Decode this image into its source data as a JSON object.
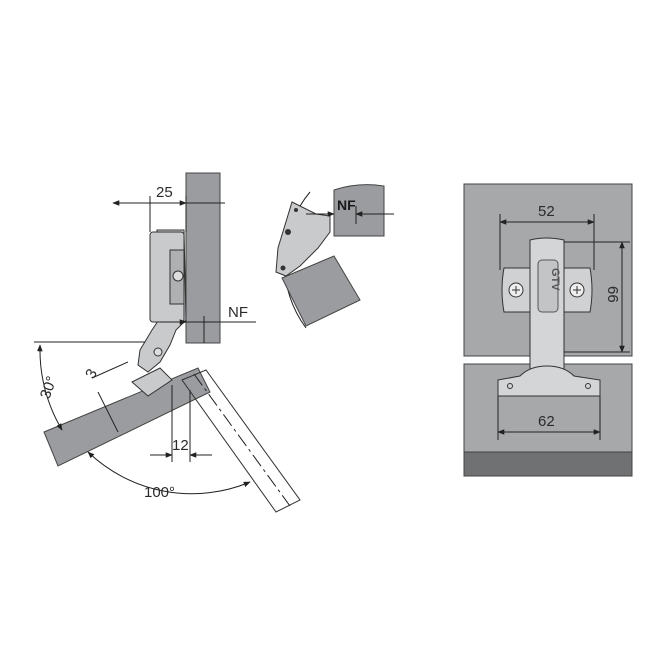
{
  "side_view": {
    "dim_25": "25",
    "dim_nf": "NF",
    "dim_30": "30°",
    "dim_3": "3",
    "dim_12": "12",
    "dim_100": "100°"
  },
  "detail_view": {
    "dim_nf": "NF"
  },
  "plate_view": {
    "dim_52": "52",
    "dim_66": "66",
    "dim_62": "62",
    "logo_text": "GTV"
  },
  "colors": {
    "panel": "#9a9c9f",
    "panel_dark": "#6f7173",
    "metal": "#c9cacc",
    "line": "#222222"
  }
}
